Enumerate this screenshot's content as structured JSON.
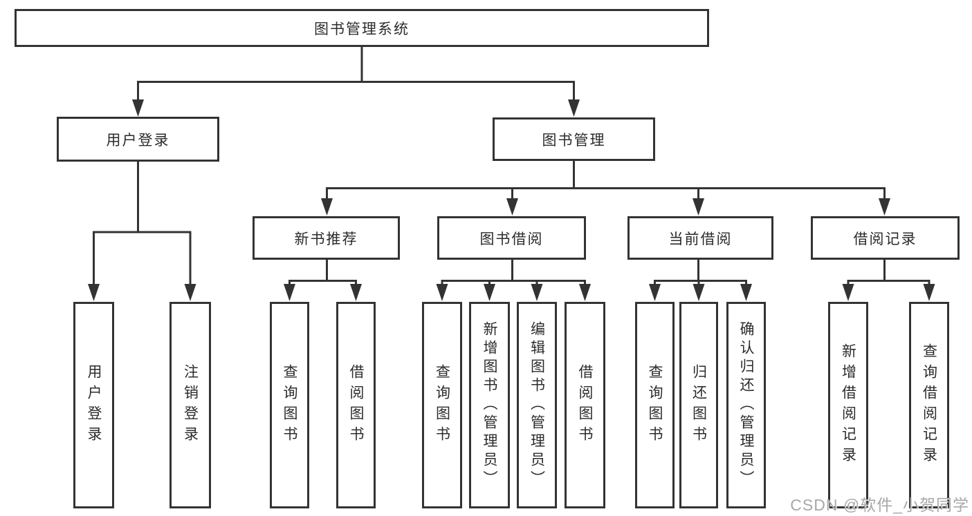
{
  "diagram": {
    "type": "org-tree",
    "line_color": "#333333",
    "text_color": "#2b2b2b",
    "background": "#ffffff",
    "root": {
      "label": "图书管理系统"
    },
    "branches": [
      {
        "label": "用户登录",
        "children": [
          {
            "label": "用户登录"
          },
          {
            "label": "注销登录"
          }
        ]
      },
      {
        "label": "图书管理",
        "children": [
          {
            "label": "新书推荐",
            "children": [
              {
                "label": "查询图书"
              },
              {
                "label": "借阅图书"
              }
            ]
          },
          {
            "label": "图书借阅",
            "children": [
              {
                "label": "查询图书"
              },
              {
                "label": "新增图书（管理员）"
              },
              {
                "label": "编辑图书（管理员）"
              },
              {
                "label": "借阅图书"
              }
            ]
          },
          {
            "label": "当前借阅",
            "children": [
              {
                "label": "查询图书"
              },
              {
                "label": "归还图书"
              },
              {
                "label": "确认归还（管理员）"
              }
            ]
          },
          {
            "label": "借阅记录",
            "children": [
              {
                "label": "新增借阅记录"
              },
              {
                "label": "查询借阅记录"
              }
            ]
          }
        ]
      }
    ]
  },
  "watermark": {
    "text": "CSDN @软件_小贺同学",
    "color": "#a8a8a8"
  }
}
